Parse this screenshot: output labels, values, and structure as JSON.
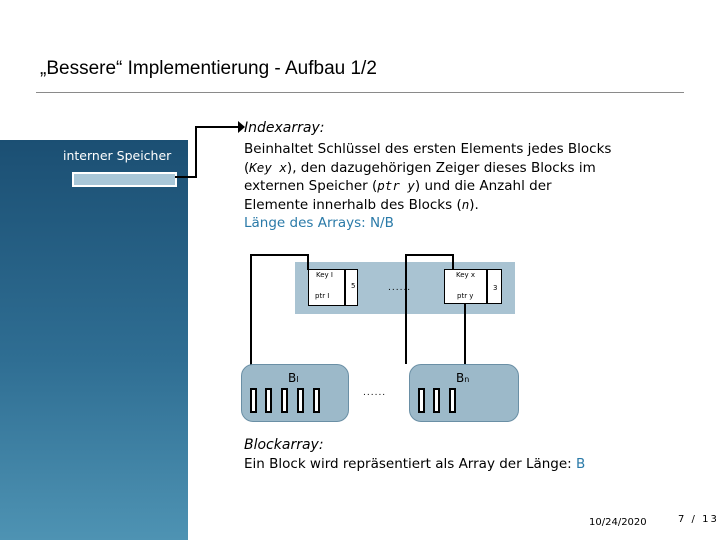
{
  "slide": {
    "title": "„Bessere“ Implementierung - Aufbau 1/2",
    "date": "10/24/2020",
    "page_number": "7 / 13"
  },
  "internal_memory": {
    "label": "interner Speicher"
  },
  "index_array": {
    "heading": "Indexarray:",
    "desc_line1": "Beinhaltet Schlüssel des ersten Elements jedes Blocks",
    "desc_line2_open": "(",
    "desc_line2_code": "Key x",
    "desc_line2_rest": "), den dazugehörigen Zeiger dieses Blocks im",
    "desc_line3_pre": "externen Speicher (",
    "desc_line3_code": "ptr y",
    "desc_line3_rest": ") und die Anzahl der",
    "desc_line4_pre": "Elemente innerhalb des Blocks (",
    "desc_line4_code": "n",
    "desc_line4_rest": ").",
    "length_line": "Länge des Arrays: N/B",
    "entry1": {
      "key": "Key I",
      "ptr": "ptr I",
      "count": "5"
    },
    "entry2": {
      "key": "Key x",
      "ptr": "ptr y",
      "count": "3"
    },
    "ellipsis": "......"
  },
  "blocks": {
    "b1_label": "B",
    "b1_sub": "I",
    "bn_label": "B",
    "bn_sub": "n",
    "ellipsis": "......"
  },
  "block_array": {
    "heading": "Blockarray:",
    "desc_pre": "Ein Block wird repräsentiert als Array der Länge: ",
    "desc_value": "B"
  }
}
